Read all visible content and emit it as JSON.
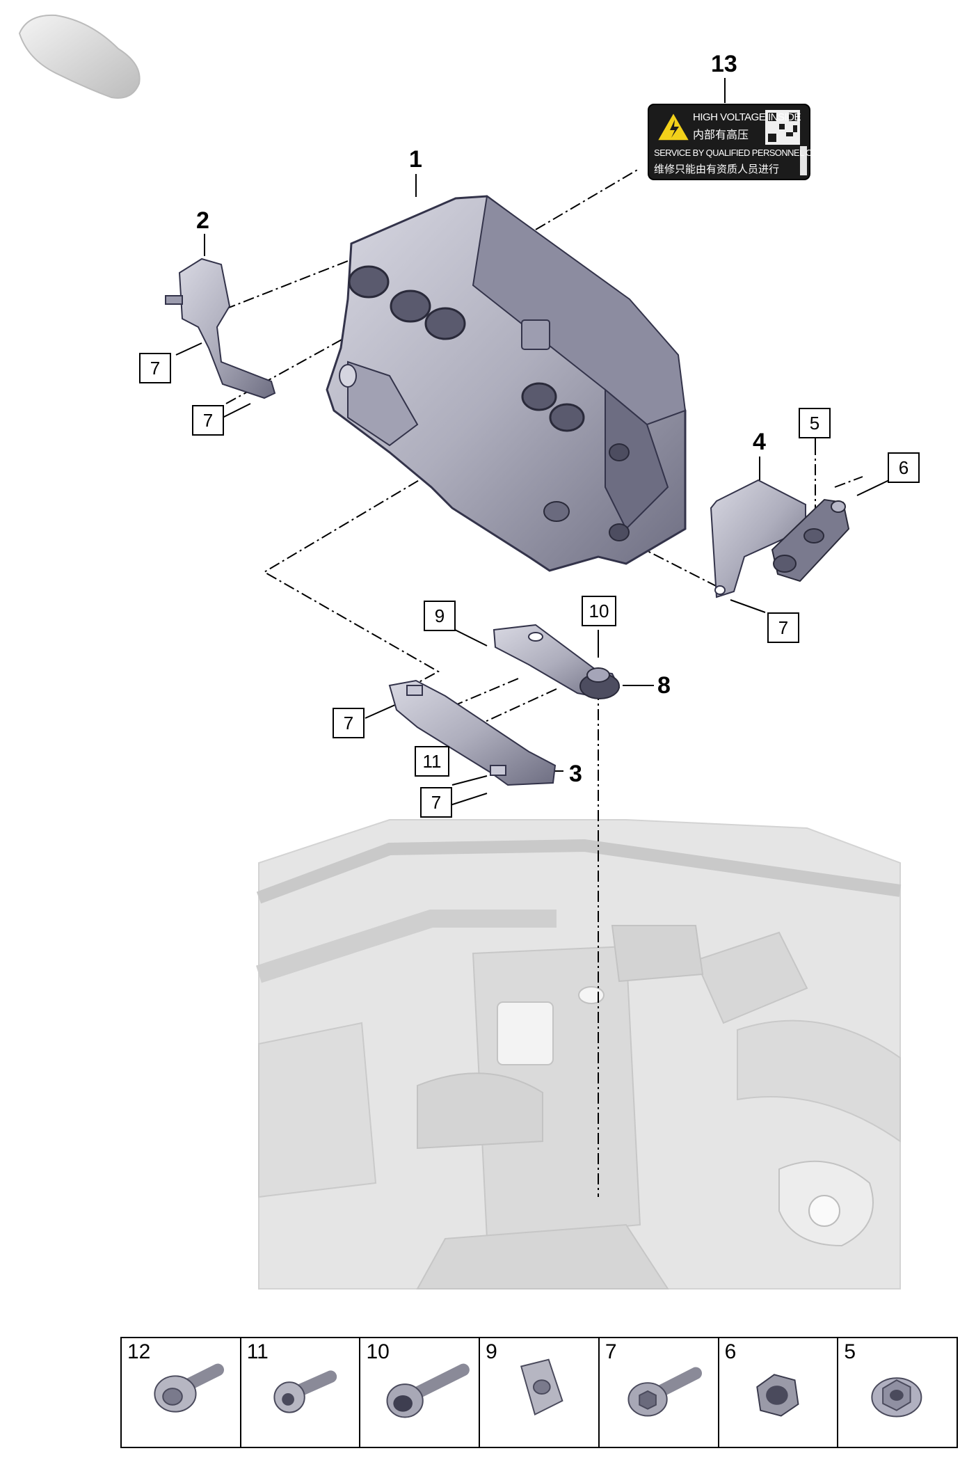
{
  "callouts": {
    "c1": "1",
    "c2": "2",
    "c3": "3",
    "c4": "4",
    "c8": "8",
    "c13": "13"
  },
  "boxed": {
    "b7a": "7",
    "b7b": "7",
    "b7c": "7",
    "b7d": "7",
    "b7e": "7",
    "b5": "5",
    "b6": "6",
    "b9": "9",
    "b10": "10",
    "b11": "11"
  },
  "warning_label": {
    "line1": "HIGH VOLTAGE INSIDE",
    "line2": "内部有高压",
    "line3": "SERVICE BY QUALIFIED PERSONNEL ONLY",
    "line4": "维修只能由有资质人员进行"
  },
  "legend": {
    "items": [
      "12",
      "11",
      "10",
      "9",
      "7",
      "6",
      "5"
    ]
  },
  "colors": {
    "part_fill": "#b9b9c6",
    "part_dark": "#4a4a5c",
    "body_fill": "#dedede",
    "label_bg": "#1b1b1b",
    "warning_yellow": "#f2d11a"
  }
}
